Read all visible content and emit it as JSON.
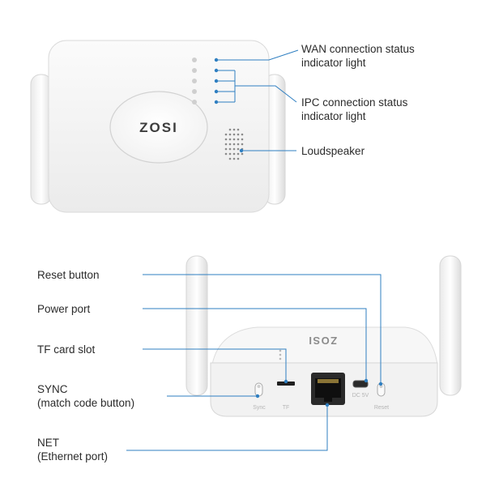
{
  "brand": {
    "logo_text": "ZOSI"
  },
  "top_view": {
    "callouts": {
      "wan": "WAN connection status\nindicator light",
      "ipc": "IPC connection status\nindicator light",
      "speaker": "Loudspeaker"
    }
  },
  "back_view": {
    "callouts": {
      "reset": "Reset button",
      "power": "Power port",
      "tf": "TF card slot",
      "sync": "SYNC\n(match code button)",
      "net": "NET\n(Ethernet port)"
    },
    "port_labels": {
      "sync": "Sync",
      "tf": "TF",
      "dc": "DC 5V",
      "reset": "Reset"
    }
  },
  "colors": {
    "leader_line": "#2f7fc1",
    "device_body": "#f4f4f4",
    "device_edge": "#d9d9d9"
  }
}
